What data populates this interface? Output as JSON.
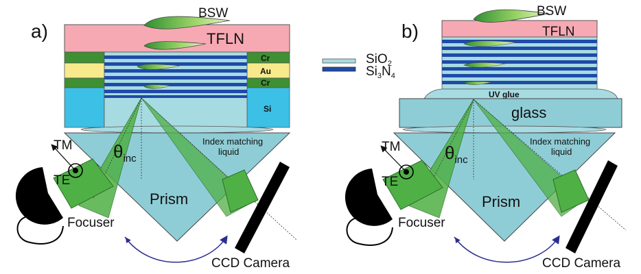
{
  "panels": {
    "a": {
      "letter": "a)",
      "top_label": "BSW",
      "film": "TFLN",
      "layers_right": [
        "Cr",
        "Au",
        "Cr",
        "Si"
      ],
      "theta": "θ",
      "theta_sub": "inc",
      "liquid_line1": "Index matching",
      "liquid_line2": "liquid",
      "prism": "Prism",
      "tm": "TM",
      "te": "TE",
      "focuser": "Focuser",
      "camera": "CCD Camera"
    },
    "b": {
      "letter": "b)",
      "top_label": "BSW",
      "film": "TFLN",
      "glue": "UV glue",
      "glass": "glass",
      "theta": "θ",
      "theta_sub": "inc",
      "liquid_line1": "Index matching",
      "liquid_line2": "liquid",
      "prism": "Prism",
      "tm": "TM",
      "te": "TE",
      "focuser": "Focuser",
      "camera": "CCD Camera"
    }
  },
  "legend": {
    "sio2_main": "SiO",
    "sio2_sub": "2",
    "si3n4_a": "Si",
    "si3n4_sub1": "3",
    "si3n4_b": "N",
    "si3n4_sub2": "4"
  },
  "colors": {
    "tfln": "#f6a9b3",
    "sio2": "#a7dbe2",
    "si3n4": "#1f4aa8",
    "cr": "#3f8f33",
    "au": "#f8ea8c",
    "si": "#3cc0e6",
    "glass": "#8fcdd6",
    "prism": "#8fcdd6",
    "beam": "#4fb045",
    "arrow": "#2a2e8f"
  }
}
